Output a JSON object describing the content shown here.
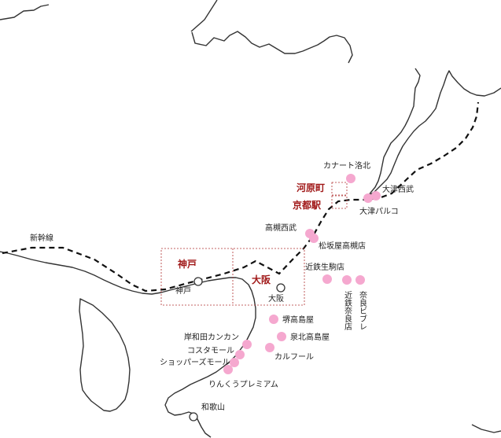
{
  "colors": {
    "shop_marker": "#f5a8cf",
    "region_label": "#a01818",
    "coast": "#333333",
    "railway": "#111111"
  },
  "railway_label": "新幹線",
  "regions": {
    "kobe": "神戸",
    "osaka": "大阪",
    "kawaramachi": "河原町",
    "kyoto_station": "京都駅"
  },
  "cities": {
    "kobe": "神戸",
    "osaka": "大阪",
    "wakayama": "和歌山"
  },
  "shops": {
    "canal_rakuhoku": "カナート洛北",
    "otsu_seibu": "大津西武",
    "otsu_parco": "大津パルコ",
    "takatsuki_seibu": "高槻西武",
    "matsuzakaya_takatsuki": "松坂屋高槻店",
    "kintetsu_ikoma": "近鉄生駒店",
    "kintetsu_nara": "近鉄奈良店",
    "nara_vivre": "奈良ビブレ",
    "sakai_takashimaya": "堺高島屋",
    "senboku_takashimaya": "泉北高島屋",
    "carrefour": "カルフール",
    "kishiwada_cancan": "岸和田カンカン",
    "costa_mall": "コスタモール",
    "shoppers_mall": "ショッパーズモール",
    "rinku_premium": "りんくうプレミアム"
  }
}
